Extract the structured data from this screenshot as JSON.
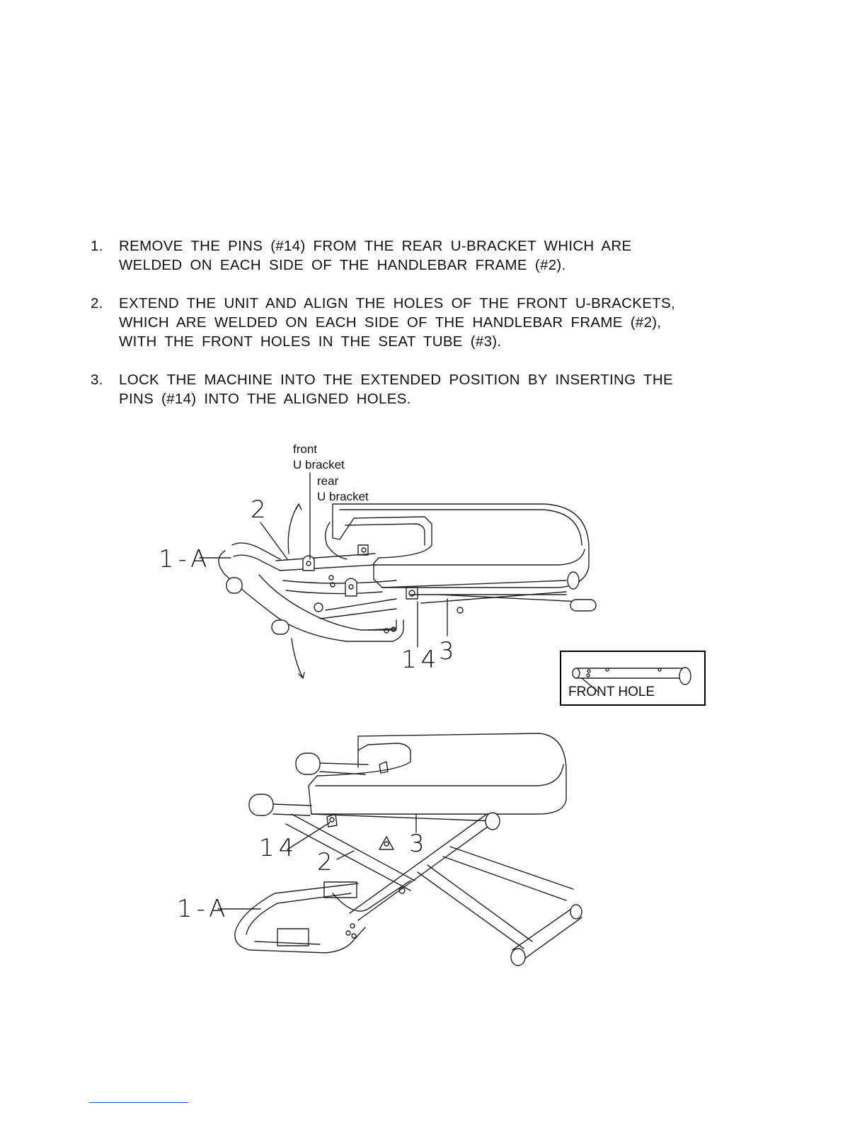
{
  "instructions": [
    {
      "number": "1.",
      "lines": [
        "REMOVE THE PINS (#14) FROM THE REAR U-BRACKET WHICH ARE",
        "WELDED ON EACH SIDE OF THE HANDLEBAR FRAME (#2)."
      ]
    },
    {
      "number": "2.",
      "lines": [
        "EXTEND THE UNIT AND ALIGN THE HOLES OF THE FRONT U-BRACKETS,",
        "WHICH ARE WELDED ON EACH SIDE OF THE HANDLEBAR FRAME (#2),",
        "WITH THE FRONT HOLES IN THE SEAT TUBE (#3)."
      ]
    },
    {
      "number": "3.",
      "lines": [
        "LOCK THE MACHINE INTO THE EXTENDED POSITION BY INSERTING THE",
        "PINS (#14) INTO THE ALIGNED HOLES."
      ]
    }
  ],
  "figure_top": {
    "callout_front_line1": "front",
    "callout_front_line2": "U bracket",
    "callout_rear_line1": "rear",
    "callout_rear_line2": "U bracket",
    "part_2": "2",
    "part_1a": "1-A",
    "part_14": "14",
    "part_3": "3"
  },
  "inset": {
    "label": "FRONT HOLE"
  },
  "figure_bottom": {
    "part_14": "14",
    "part_3": "3",
    "part_2": "2",
    "part_1a": "1-A"
  }
}
